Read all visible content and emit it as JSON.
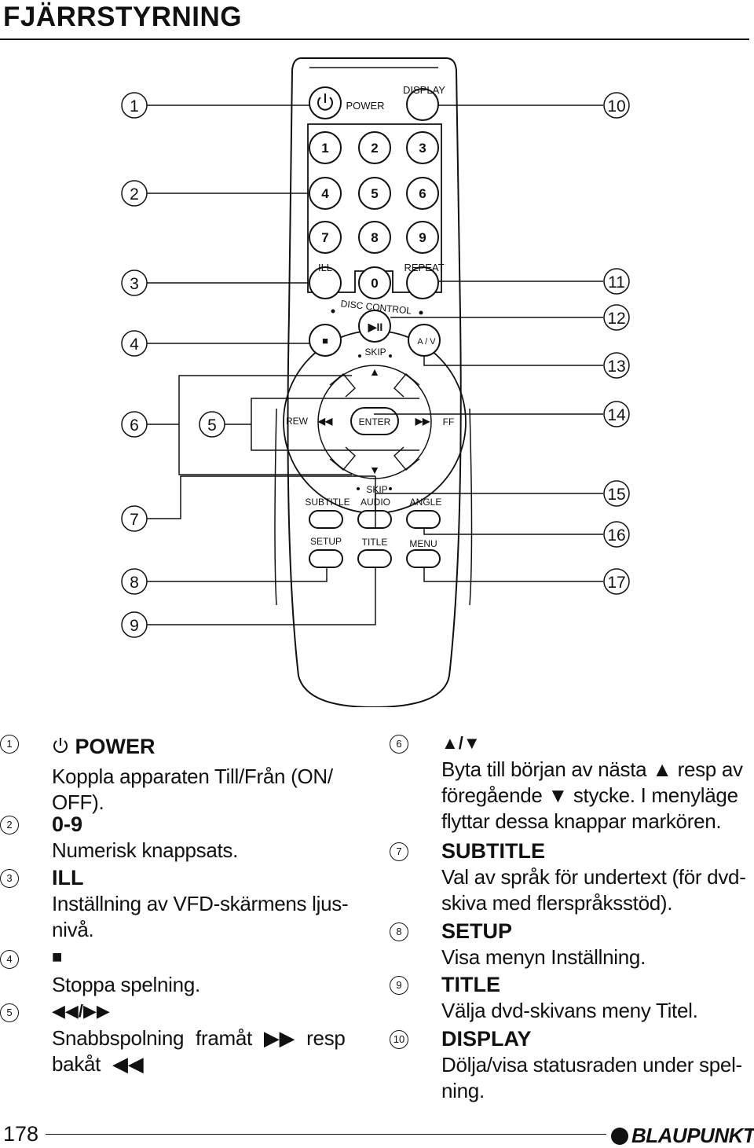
{
  "page": {
    "title": "FJÄRRSTYRNING",
    "number": "178",
    "brand": "BLAUPUNKT"
  },
  "remote": {
    "buttons": {
      "power": "POWER",
      "display": "DISPLAY",
      "digits": [
        "1",
        "2",
        "3",
        "4",
        "5",
        "6",
        "7",
        "8",
        "9",
        "0"
      ],
      "ill": "ILL",
      "repeat": "REPEAT",
      "disc_control": "DISC CONTROL",
      "play_pause": "▶II",
      "stop": "■",
      "av": "A / V",
      "skip_top": "SKIP",
      "up": "▲",
      "down": "▼",
      "rew": "REW",
      "rew_sym": "◀◀",
      "enter": "ENTER",
      "ff_sym": "▶▶",
      "ff": "FF",
      "skip_bottom": "SKIP",
      "subtitle": "SUBTITLE",
      "audio": "AUDIO",
      "angle": "ANGLE",
      "setup": "SETUP",
      "title": "TITLE",
      "menu": "MENU"
    },
    "callouts_left": [
      "1",
      "2",
      "3",
      "4",
      "6",
      "5",
      "7",
      "8",
      "9"
    ],
    "callouts_right": [
      "10",
      "11",
      "12",
      "13",
      "14",
      "15",
      "16",
      "17"
    ]
  },
  "descriptions": [
    {
      "num": "1",
      "title": "POWER",
      "icon": "power-icon",
      "lines": [
        "Koppla apparaten Till/Från (ON/",
        "OFF)."
      ]
    },
    {
      "num": "2",
      "title": "0-9",
      "lines": [
        "Numerisk knappsats."
      ]
    },
    {
      "num": "3",
      "title": "ILL",
      "lines": [
        "Inställning av VFD-skärmens ljus-",
        "nivå."
      ]
    },
    {
      "num": "4",
      "title": "■",
      "lines": [
        "Stoppa spelning."
      ]
    },
    {
      "num": "5",
      "title": "◀◀/▶▶",
      "lines": [
        "Snabbspolning framåt ▶▶ resp",
        "bakåt ◀◀"
      ]
    },
    {
      "num": "6",
      "title": "▲/▼",
      "lines": [
        "Byta till början av nästa ▲ resp av",
        "föregående ▼ stycke. I menyläge",
        "flyttar dessa knappar markören."
      ]
    },
    {
      "num": "7",
      "title": "SUBTITLE",
      "lines": [
        "Val av språk för undertext (för dvd-",
        "skiva med flerspråksstöd)."
      ]
    },
    {
      "num": "8",
      "title": "SETUP",
      "lines": [
        "Visa menyn Inställning."
      ]
    },
    {
      "num": "9",
      "title": "TITLE",
      "lines": [
        "Välja dvd-skivans meny Titel."
      ]
    },
    {
      "num": "10",
      "title": "DISPLAY",
      "lines": [
        "Dölja/visa statusraden under spel-",
        "ning."
      ]
    }
  ]
}
